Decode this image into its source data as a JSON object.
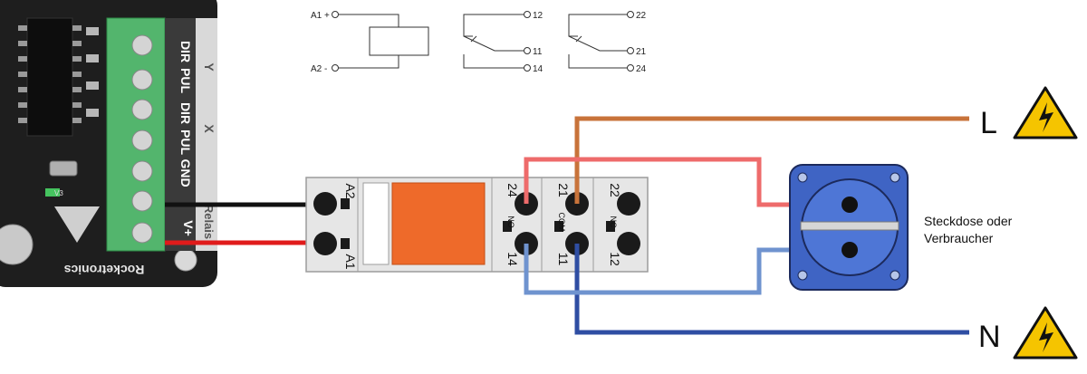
{
  "schematic": {
    "coil_pins": [
      "A1 +",
      "A2 -"
    ],
    "contact_1": [
      "12",
      "11",
      "14"
    ],
    "contact_2": [
      "22",
      "21",
      "24"
    ]
  },
  "board": {
    "terminal_labels": [
      "PUL",
      "DIR",
      "PUL",
      "DIR",
      "GND",
      "Relais",
      "V+"
    ],
    "axis_labels": [
      "Y",
      "X"
    ],
    "brand": "Rocketronics",
    "led_label": "V3"
  },
  "relay": {
    "coil_labels": [
      "A2",
      "A1"
    ],
    "top_labels": [
      "24",
      "21",
      "22"
    ],
    "bottom_labels": [
      "14",
      "11",
      "12"
    ],
    "function_labels": [
      "NO",
      "COM",
      "NC"
    ]
  },
  "lines": {
    "L": "L",
    "N": "N"
  },
  "socket": {
    "caption_line1": "Steckdose oder",
    "caption_line2": "Verbraucher"
  },
  "colors": {
    "phase_wire": "#c8733a",
    "switched_wire": "#ee6b6b",
    "neutral_wire": "#2f4ea3",
    "switched_neutral_wire": "#6f93cf",
    "relay_coil": "#ee6a2a",
    "socket": "#3f64c4",
    "terminal_block": "#53b56d",
    "warning": "#f5c400"
  }
}
